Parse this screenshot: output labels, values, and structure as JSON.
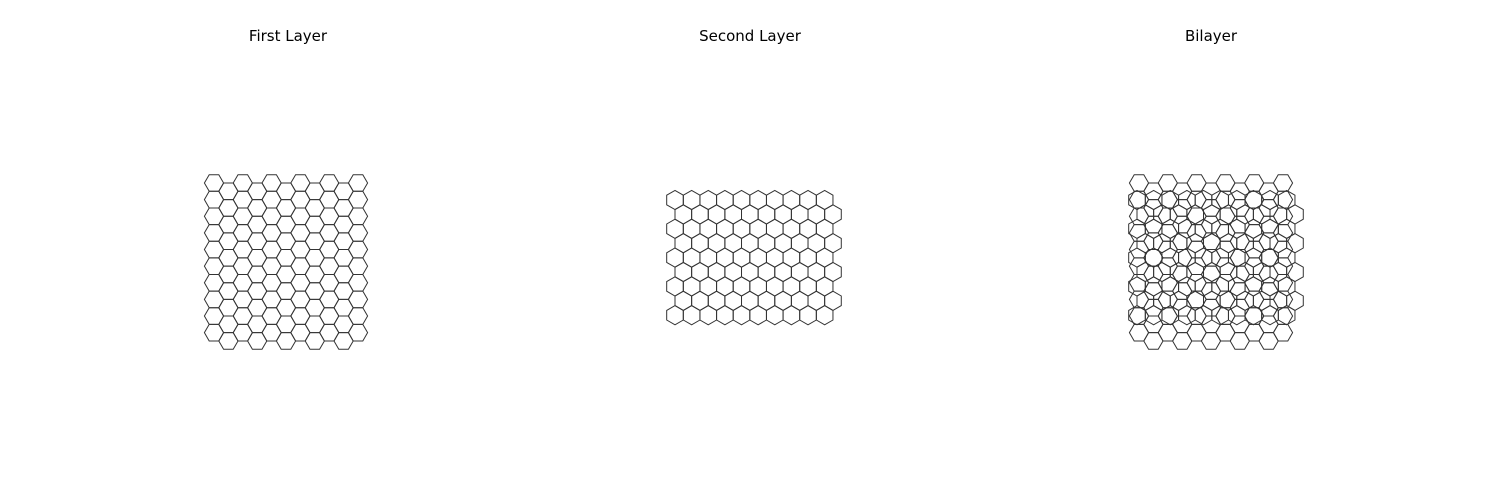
{
  "figure": {
    "panels": [
      {
        "id": "first",
        "title": "First Layer"
      },
      {
        "id": "second",
        "title": "Second Layer"
      },
      {
        "id": "bilayer",
        "title": "Bilayer"
      }
    ],
    "colors": {
      "line": "#333333",
      "background": "#ffffff"
    }
  }
}
